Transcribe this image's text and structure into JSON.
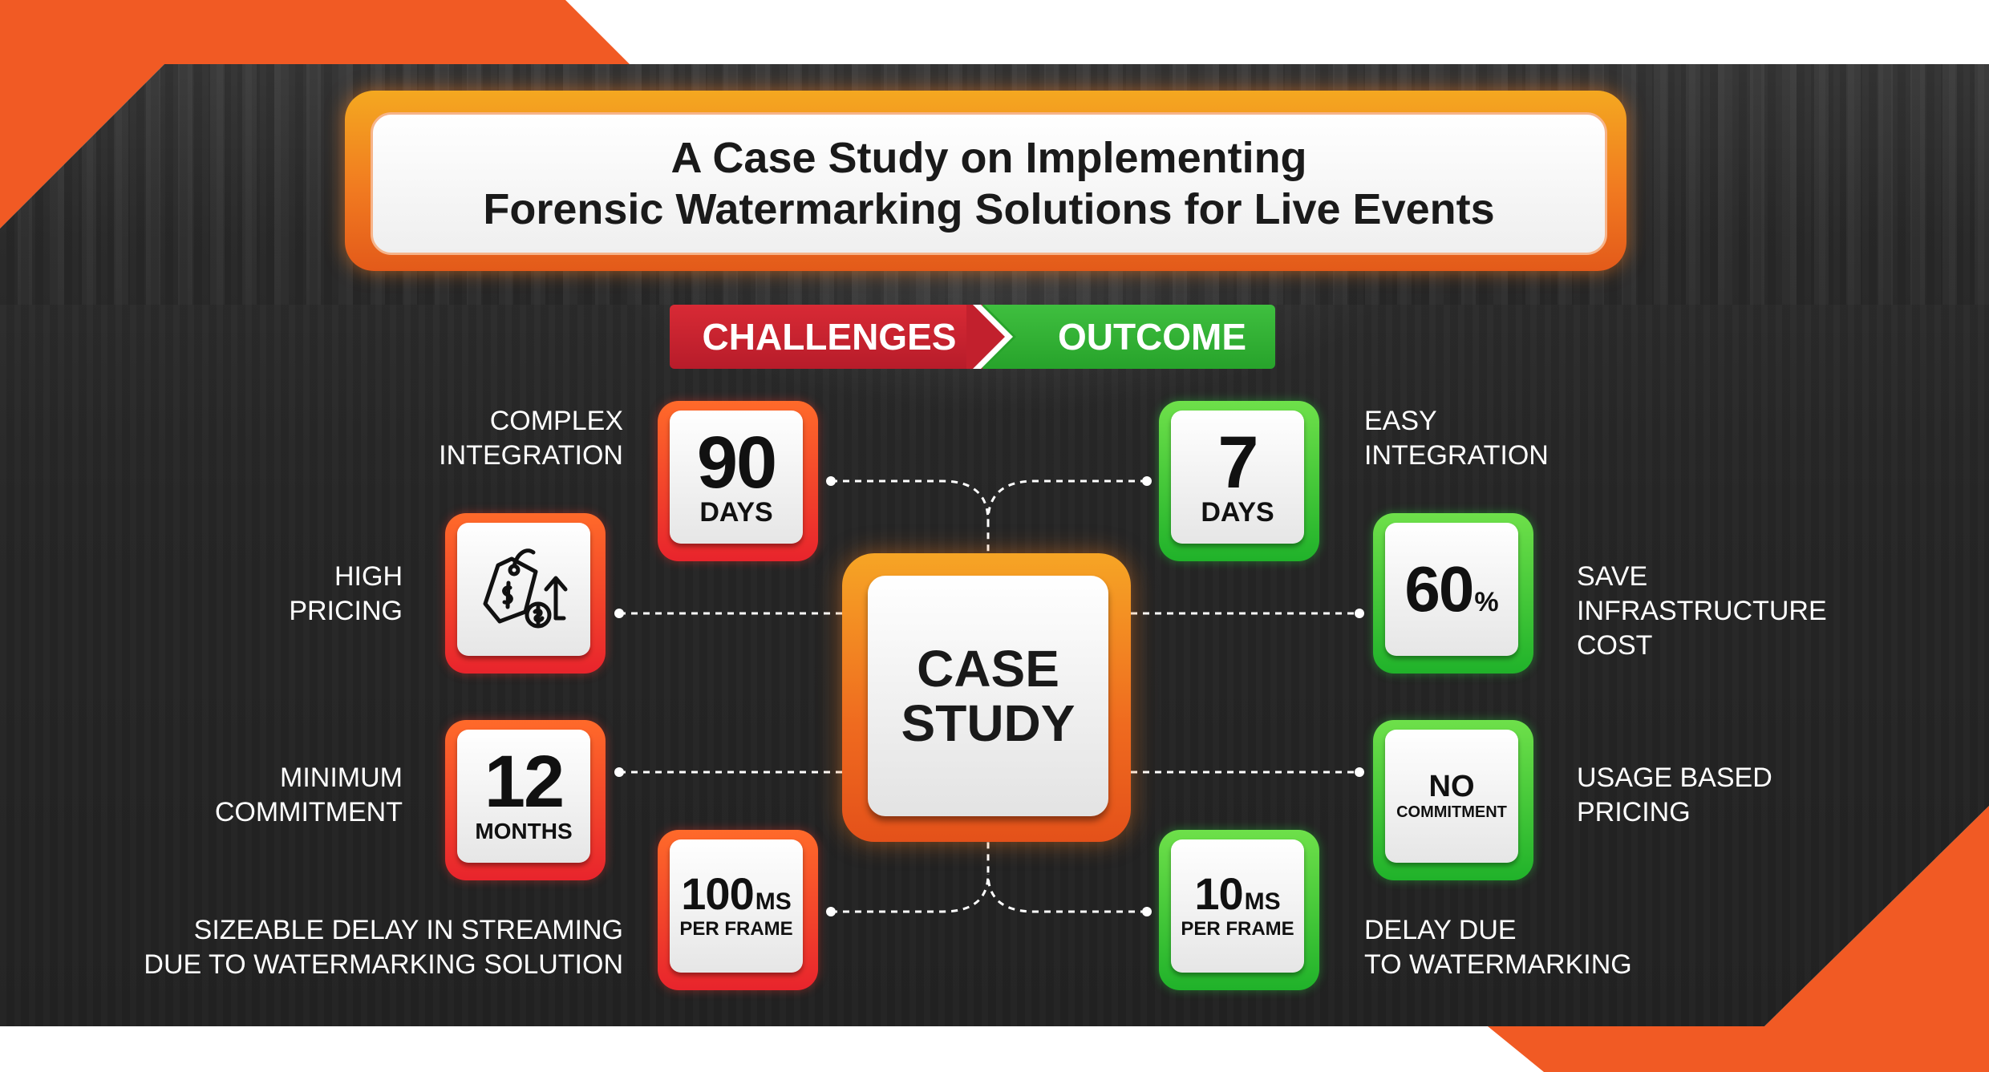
{
  "title": {
    "line1": "A Case Study on Implementing",
    "line2": "Forensic Watermarking Solutions for Live Events"
  },
  "ribbon": {
    "left": "CHALLENGES",
    "right": "OUTCOME"
  },
  "center": {
    "line1": "CASE",
    "line2": "STUDY"
  },
  "challenges": [
    {
      "value": "90",
      "unit": "DAYS",
      "label_lines": [
        "COMPLEX",
        "INTEGRATION"
      ]
    },
    {
      "icon": "price-tag-increase-icon",
      "label_lines": [
        "HIGH",
        "PRICING"
      ]
    },
    {
      "value": "12",
      "unit": "MONTHS",
      "label_lines": [
        "MINIMUM",
        "COMMITMENT"
      ]
    },
    {
      "value": "100",
      "unit": "MS",
      "sub": "PER FRAME",
      "label_lines": [
        "SIZEABLE DELAY IN STREAMING",
        "DUE TO WATERMARKING SOLUTION"
      ]
    }
  ],
  "outcomes": [
    {
      "value": "7",
      "unit": "DAYS",
      "label_lines": [
        "EASY",
        "INTEGRATION"
      ]
    },
    {
      "value": "60",
      "unit": "%",
      "label_lines": [
        "SAVE",
        "INFRASTRUCTURE",
        "COST"
      ]
    },
    {
      "value": "NO",
      "unit": "COMMITMENT",
      "label_lines": [
        "USAGE BASED",
        "PRICING"
      ]
    },
    {
      "value": "10",
      "unit": "MS",
      "sub": "PER FRAME",
      "label_lines": [
        "DELAY DUE",
        "TO WATERMARKING"
      ]
    }
  ],
  "colors": {
    "accent_orange": "#f15a24",
    "challenge_red": "#d82a35",
    "outcome_green": "#27a32b",
    "background_dark": "#262626"
  }
}
